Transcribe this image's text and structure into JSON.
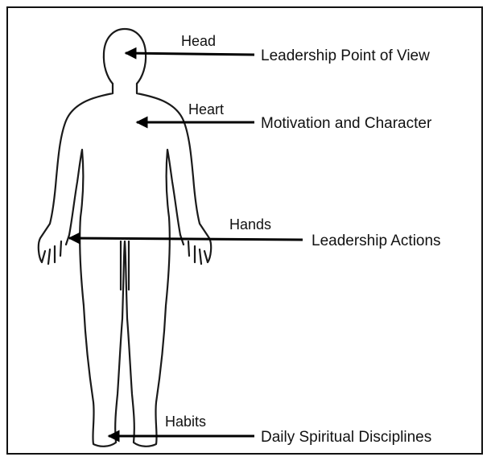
{
  "labels": [
    {
      "part": "Head",
      "description": "Leadership Point of View"
    },
    {
      "part": "Heart",
      "description": "Motivation and Character"
    },
    {
      "part": "Hands",
      "description": "Leadership Actions"
    },
    {
      "part": "Habits",
      "description": "Daily Spiritual Disciplines"
    }
  ],
  "colors": {
    "outline": "#1a1a1a",
    "arrow": "#000000",
    "text": "#111111",
    "border": "#111111"
  }
}
